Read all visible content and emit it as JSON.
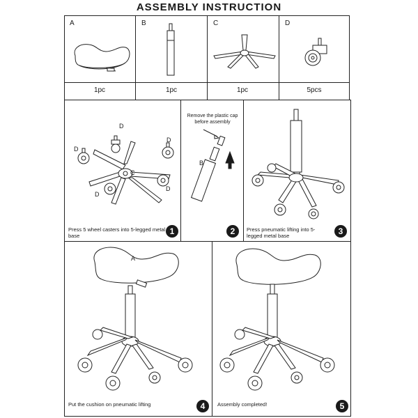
{
  "title": "ASSEMBLY INSTRUCTION",
  "parts": [
    {
      "letter": "A",
      "qty": "1pc"
    },
    {
      "letter": "B",
      "qty": "1pc"
    },
    {
      "letter": "C",
      "qty": "1pc"
    },
    {
      "letter": "D",
      "qty": "5pcs"
    }
  ],
  "steps": [
    {
      "number": "1",
      "caption": "Press 5 wheel casters into 5-legged metal base"
    },
    {
      "number": "2",
      "note": "Remove the plastic cap before assembly"
    },
    {
      "number": "3",
      "caption": "Press pneumatic lifting into 5-legged metal base"
    },
    {
      "number": "4",
      "caption": "Put the cushion on pneumatic lifting"
    },
    {
      "number": "5",
      "caption": "Assembly completed!"
    }
  ],
  "labels": {
    "a": "A",
    "b": "B",
    "c": "C",
    "d": "D"
  }
}
